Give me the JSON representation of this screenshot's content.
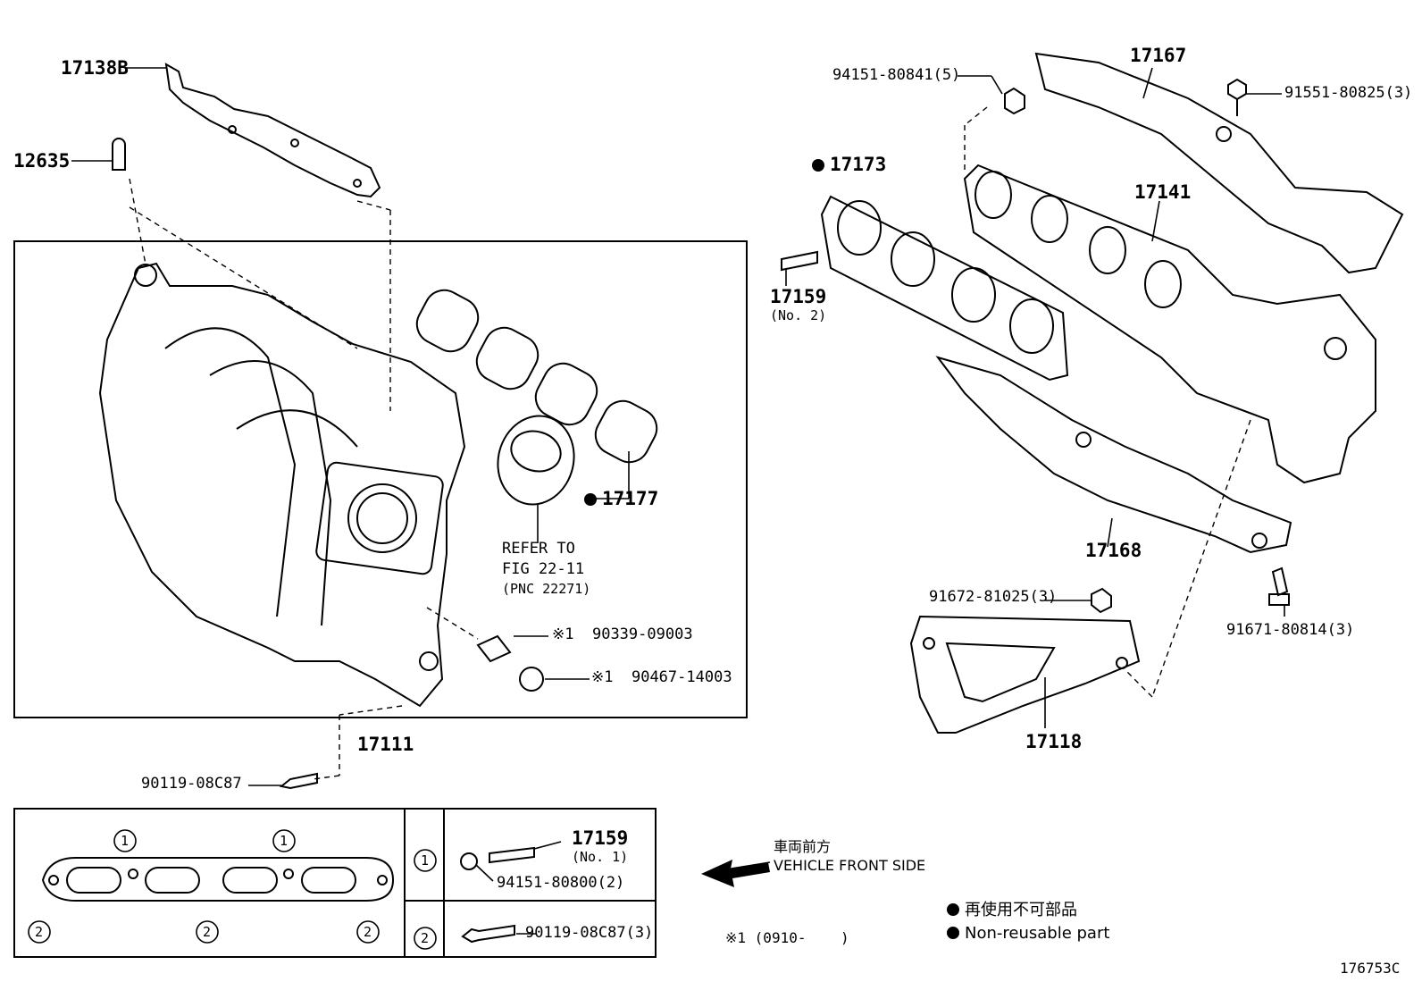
{
  "diagram": {
    "parts": {
      "p17138B": "17138B",
      "p12635": "12635",
      "p94151_80841": "94151-80841(5)",
      "p17167": "17167",
      "p91551": "91551-80825(3)",
      "p17173": "17173",
      "p17141": "17141",
      "p17159_main": "17159",
      "p17159_main_sub": "(No. 2)",
      "p17177": "17177",
      "refer_line1": "REFER TO",
      "refer_line2": "FIG 22-11",
      "refer_line3": "(PNC 22271)",
      "p90339": "90339-09003",
      "p90467": "90467-14003",
      "note_mark": "※1",
      "p17111": "17111",
      "p90119_main": "90119-08C87",
      "p17168": "17168",
      "p91672": "91672-81025(3)",
      "p91671": "91671-80814(3)",
      "p17118": "17118"
    },
    "legend_table": {
      "circle1": "1",
      "circle2": "2",
      "row1_part": "17159",
      "row1_sub": "(No. 1)",
      "row1_nut": "94151-80800(2)",
      "row2_bolt": "90119-08C87(3)"
    },
    "front": {
      "jp": "車両前方",
      "en": "VEHICLE FRONT SIDE"
    },
    "note_range": "※1 (0910-    )",
    "legend": {
      "jp": "再使用不可部品",
      "en": "Non-reusable part"
    },
    "figure_id": "176753C"
  }
}
